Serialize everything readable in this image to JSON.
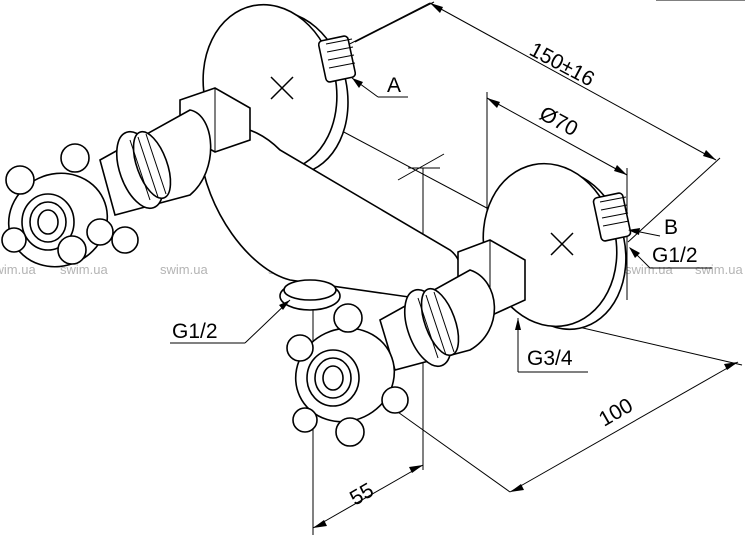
{
  "labels": {
    "overall_span": "150±16",
    "flange_diameter": "Ø70",
    "marker_a": "A",
    "marker_b": "B",
    "thread_outlet_right": "G1/2",
    "thread_outlet_bottom": "G1/2",
    "thread_inlet": "G3/4",
    "offset_depth": "100",
    "handle_offset": "55"
  },
  "watermark": {
    "text": "swim.ua",
    "color": "#b4b4b4",
    "count": 8
  },
  "colors": {
    "line": "#000000",
    "background": "#ffffff"
  }
}
